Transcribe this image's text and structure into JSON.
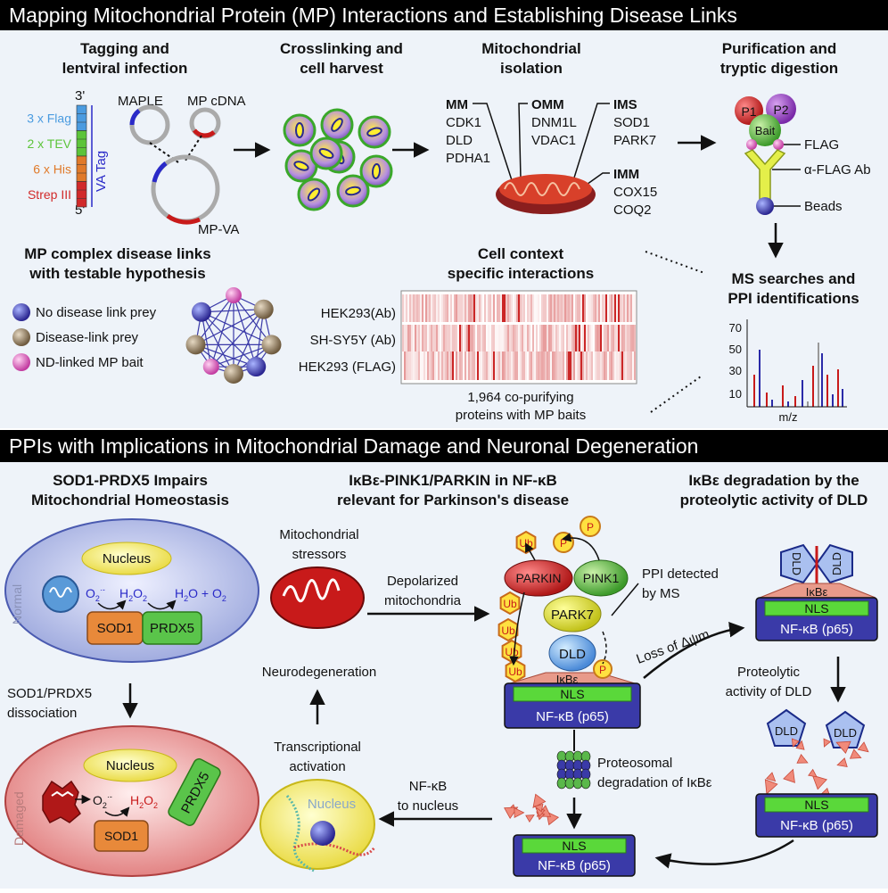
{
  "top_section": {
    "banner": "Mapping Mitochondrial Protein (MP) Interactions and Establishing Disease Links",
    "tagging": {
      "title1": "Tagging and",
      "title2": "lentviral infection",
      "strand_top": "3'",
      "strand_bottom": "5'",
      "tags": [
        {
          "label": "3 x Flag",
          "color": "#4a9be0"
        },
        {
          "label": "2 x TEV",
          "color": "#5cc43a"
        },
        {
          "label": "6 x His",
          "color": "#e07a2a"
        },
        {
          "label": "Strep III",
          "color": "#d12a2a"
        }
      ],
      "va_tag": "VA Tag",
      "plasmid_maple": "MAPLE",
      "plasmid_cdna": "MP cDNA",
      "plasmid_mpva": "MP-VA"
    },
    "crosslink": {
      "title1": "Crosslinking and",
      "title2": "cell harvest"
    },
    "isolation": {
      "title1": "Mitochondrial",
      "title2": "isolation",
      "mm_head": "MM",
      "mm_items": [
        "CDK1",
        "DLD",
        "PDHA1"
      ],
      "omm_head": "OMM",
      "omm_items": [
        "DNM1L",
        "VDAC1"
      ],
      "ims_head": "IMS",
      "ims_items": [
        "SOD1",
        "PARK7"
      ],
      "imm_head": "IMM",
      "imm_items": [
        "COX15",
        "COQ2"
      ]
    },
    "purification": {
      "title1": "Purification and",
      "title2": "tryptic digestion",
      "p1": "P1",
      "p2": "P2",
      "bait": "Bait",
      "flag": "FLAG",
      "antibody": "α-FLAG Ab",
      "beads": "Beads"
    },
    "disease_links": {
      "title1": "MP complex disease links",
      "title2": "with testable hypothesis",
      "legend": [
        {
          "label": "No disease link prey",
          "color": "#4a3fa8"
        },
        {
          "label": "Disease-link prey",
          "color": "#9a8468"
        },
        {
          "label": "ND-linked MP bait",
          "color": "#e86cc0"
        }
      ]
    },
    "context": {
      "title1": "Cell context",
      "title2": "specific interactions",
      "rows": [
        "HEK293(Ab)",
        "SH-SY5Y (Ab)",
        "HEK293 (FLAG)"
      ],
      "caption1": "1,964 co-purifying",
      "caption2": "proteins with MP baits"
    },
    "ms": {
      "title1": "MS searches and",
      "title2": "PPI identifications",
      "y_ticks": [
        "70",
        "50",
        "30",
        "10"
      ],
      "x_label": "m/z"
    }
  },
  "bottom_section": {
    "banner": "PPIs with Implications in Mitochondrial Damage and Neuronal Degeneration",
    "sod1": {
      "title1": "SOD1-PRDX5 Impairs",
      "title2": "Mitochondrial Homeostasis",
      "normal": "Normal",
      "damaged": "Damaged",
      "nucleus": "Nucleus",
      "o2": "O",
      "o2_sub": "2",
      "o2_sup": "·-",
      "h2o2": "H",
      "h2o2_sub1": "2",
      "h2o2_o": "O",
      "h2o2_sub2": "2",
      "h2o_o2": "H",
      "h2o_sub": "2",
      "h2o_rest": "O + O",
      "h2o_sub2": "2",
      "sod1": "SOD1",
      "prdx5": "PRDX5",
      "dissociation1": "SOD1/PRDX5",
      "dissociation2": "dissociation"
    },
    "pink1": {
      "title1": "IκBε-PINK1/PARKIN in NF-κB",
      "title2": "relevant for Parkinson's disease",
      "stressors1": "Mitochondrial",
      "stressors2": "stressors",
      "depolarized1": "Depolarized",
      "depolarized2": "mitochondria",
      "parkin": "PARKIN",
      "pink1": "PINK1",
      "park7": "PARK7",
      "dld": "DLD",
      "ikbe": "IκBε",
      "nls": "NLS",
      "nfkb": "NF-κB (p65)",
      "ub": "Ub",
      "p": "P",
      "ppi1": "PPI detected",
      "ppi2": "by MS",
      "neuro": "Neurodegeneration",
      "transcription1": "Transcriptional",
      "transcription2": "activation",
      "nfkb_nucleus1": "NF-κB",
      "nfkb_nucleus2": "to nucleus",
      "nucleus": "Nucleus",
      "proteosomal1": "Proteosomal",
      "proteosomal2": "degradation of IκBε",
      "loss": "Loss of Δψm"
    },
    "dld": {
      "title1": "IκBε degradation by the",
      "title2": "proteolytic activity of DLD",
      "dld": "DLD",
      "ikbe": "IκBε",
      "nls": "NLS",
      "nfkb": "NF-κB (p65)",
      "proteolytic1": "Proteolytic",
      "proteolytic2": "activity of DLD"
    }
  }
}
